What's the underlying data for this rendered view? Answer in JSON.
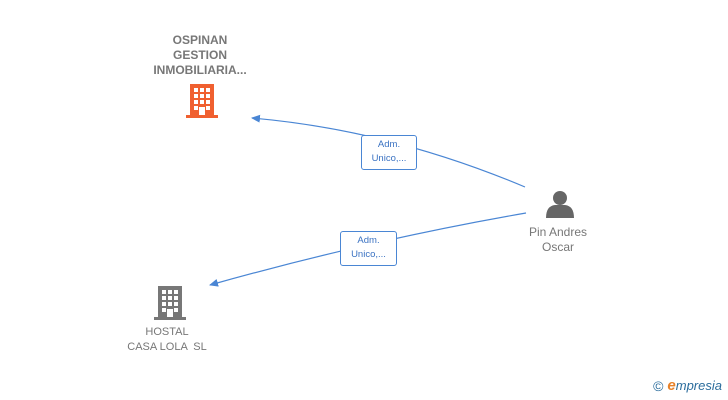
{
  "nodes": {
    "ospinan": {
      "lines": [
        "OSPINAN",
        "GESTION",
        "INMOBILIARIA..."
      ],
      "color": "#f06030",
      "icon": "building-icon"
    },
    "hostal": {
      "lines": [
        "HOSTAL",
        "CASA LOLA  SL"
      ],
      "color": "#777777",
      "icon": "building-icon"
    },
    "person": {
      "lines": [
        "Pin Andres",
        "Oscar"
      ],
      "color": "#666666",
      "icon": "person-icon"
    }
  },
  "edges": [
    {
      "from": "person",
      "to": "ospinan",
      "label": [
        "Adm.",
        "Unico,..."
      ]
    },
    {
      "from": "person",
      "to": "hostal",
      "label": [
        "Adm.",
        "Unico,..."
      ]
    }
  ],
  "edge_color": "#4a86d4",
  "watermark": {
    "copyright": "©",
    "brand_initial": "e",
    "brand_rest": "mpresia"
  }
}
